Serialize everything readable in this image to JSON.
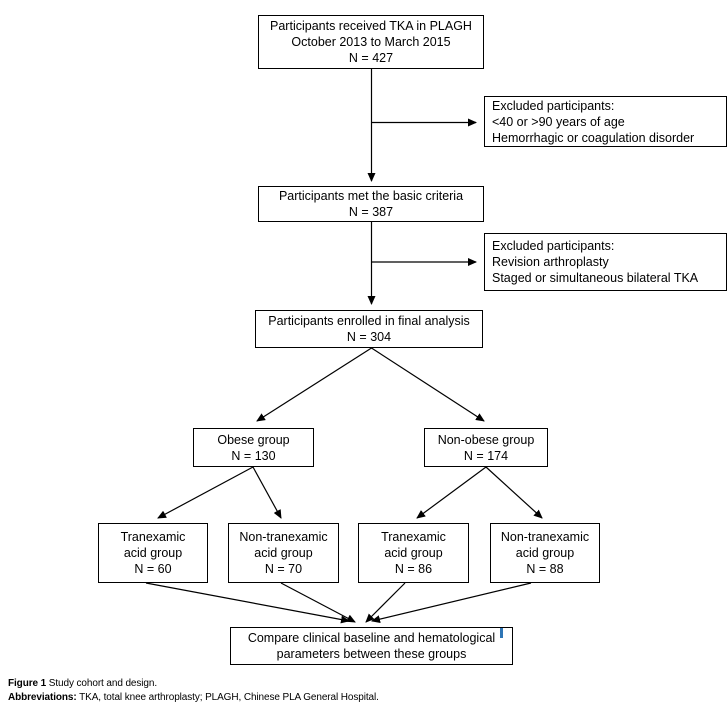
{
  "figure": {
    "nodes": {
      "tka": "Participants received TKA in PLAGH\nOctober 2013 to March 2015\nN = 427",
      "excluded1": "Excluded participants:\n<40 or >90 years of age\nHemorrhagic or coagulation disorder",
      "criteria": "Participants met the basic criteria\nN = 387",
      "excluded2": "Excluded participants:\nRevision arthroplasty\nStaged or simultaneous bilateral TKA",
      "final": "Participants enrolled in final analysis\nN = 304",
      "obese": "Obese group\nN = 130",
      "nonobese": "Non-obese group\nN = 174",
      "txa_obese": "Tranexamic\nacid group\nN = 60",
      "nontxa_obese": "Non-tranexamic\nacid group\nN = 70",
      "txa_nonobese": "Tranexamic\nacid group\nN = 86",
      "nontxa_nonobese": "Non-tranexamic\nacid group\nN = 88",
      "compare": "Compare clinical baseline and hematological\nparameters between these groups"
    },
    "caption": {
      "label": "Figure 1",
      "title": " Study cohort and design.",
      "abbr_label": "Abbreviations:",
      "abbr_text": " TKA, total knee arthroplasty; PLAGH, Chinese PLA General Hospital."
    },
    "colors": {
      "line": "#000000",
      "box_border": "#000000",
      "background": "#ffffff",
      "stray_mark_blue": "#2e75b5"
    }
  }
}
